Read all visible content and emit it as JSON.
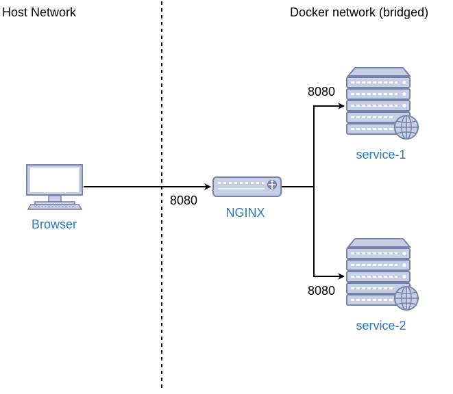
{
  "regions": {
    "host": "Host Network",
    "docker": "Docker network (bridged)"
  },
  "nodes": {
    "browser": "Browser",
    "nginx": "NGINX",
    "service1": "service-1",
    "service2": "service-2"
  },
  "edges": {
    "browser_to_nginx": "8080",
    "nginx_to_service1": "8080",
    "nginx_to_service2": "8080"
  },
  "colors": {
    "icon_fill": "#c6cfe3",
    "icon_stroke": "#7682a8",
    "label_blue": "#2b78c2"
  },
  "icons": {
    "browser": "desktop-monitor-icon",
    "nginx": "router-icon",
    "service1": "web-server-icon",
    "service2": "web-server-icon"
  }
}
